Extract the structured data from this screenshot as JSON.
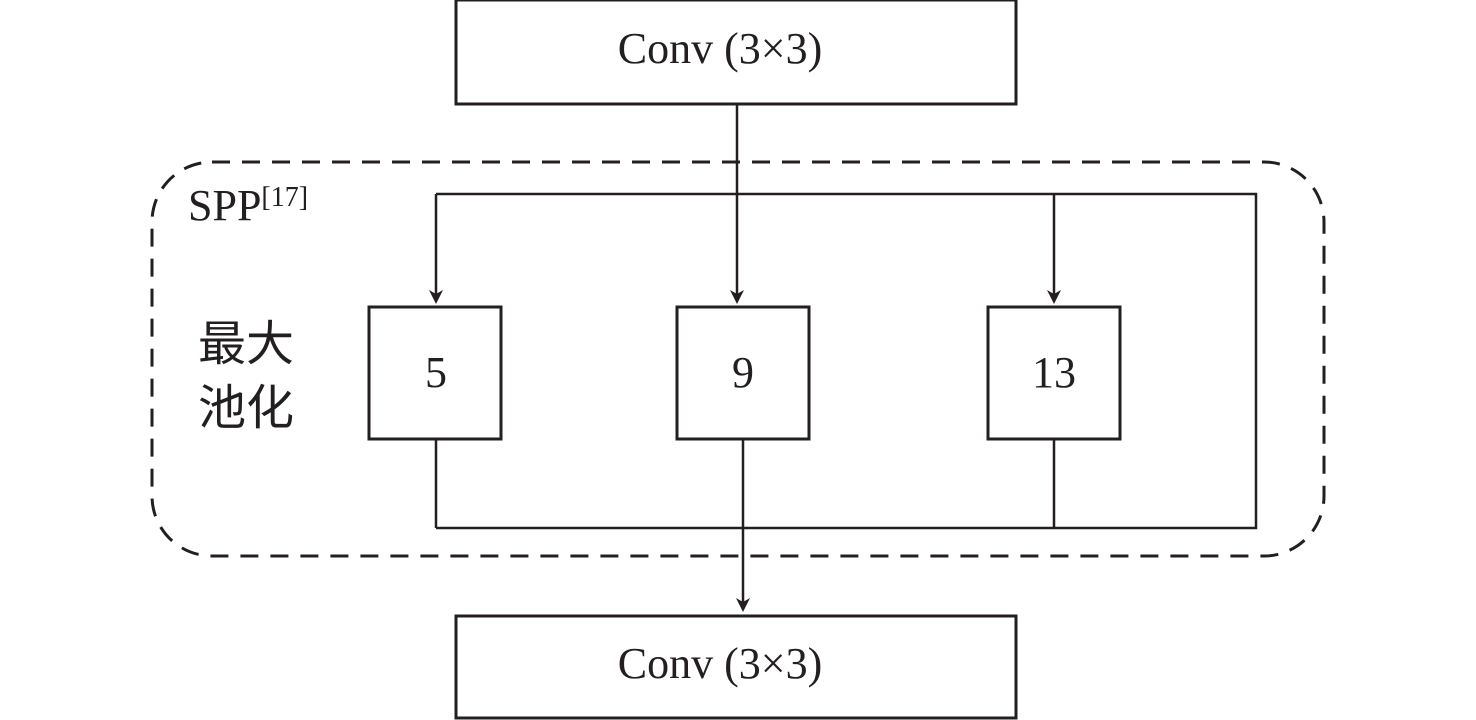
{
  "diagram": {
    "top_block": {
      "label": "Conv (3×3)"
    },
    "bottom_block": {
      "label": "Conv (3×3)"
    },
    "spp_group": {
      "title": "SPP",
      "citation": "[17]",
      "side_label_line1": "最大",
      "side_label_line2": "池化",
      "pool_boxes": [
        {
          "label": "5"
        },
        {
          "label": "9"
        },
        {
          "label": "13"
        }
      ]
    }
  }
}
